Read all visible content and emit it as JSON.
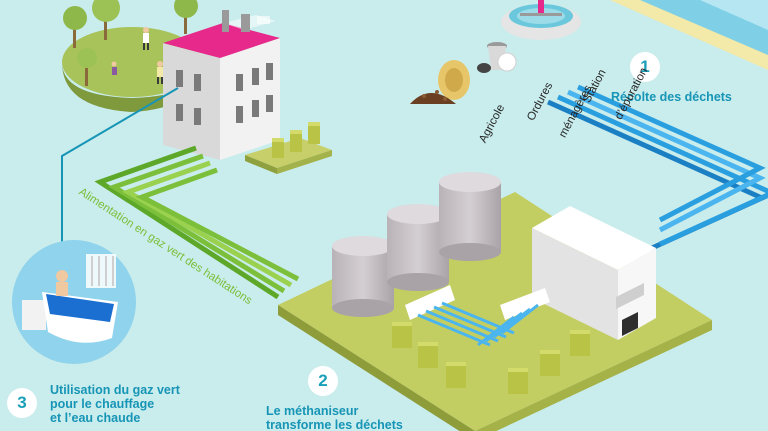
{
  "steps": [
    {
      "number": "1",
      "label": "Récolte des déchets"
    },
    {
      "number": "2",
      "label_line1": "Le méthaniseur",
      "label_line2": "transforme les déchets"
    },
    {
      "number": "3",
      "label_line1": "Utilisation du gaz vert",
      "label_line2": "pour le chauffage",
      "label_line3": "et l’eau chaude"
    }
  ],
  "sources": [
    {
      "label_line1": "Agricole"
    },
    {
      "label_line1": "Ordures",
      "label_line2": "ménagères"
    },
    {
      "label_line1": "Station",
      "label_line2": "d’épuration"
    }
  ],
  "pipeline_label": "Alimentation en gaz vert des habitations",
  "colors": {
    "background": "#c9ecec",
    "accent_blue": "#1795b6",
    "gas_green": "#7cbf3a",
    "waste_pipe_blue": "#2a9fe0",
    "platform": "#bcc85a",
    "building_roof": "#e6298a"
  }
}
